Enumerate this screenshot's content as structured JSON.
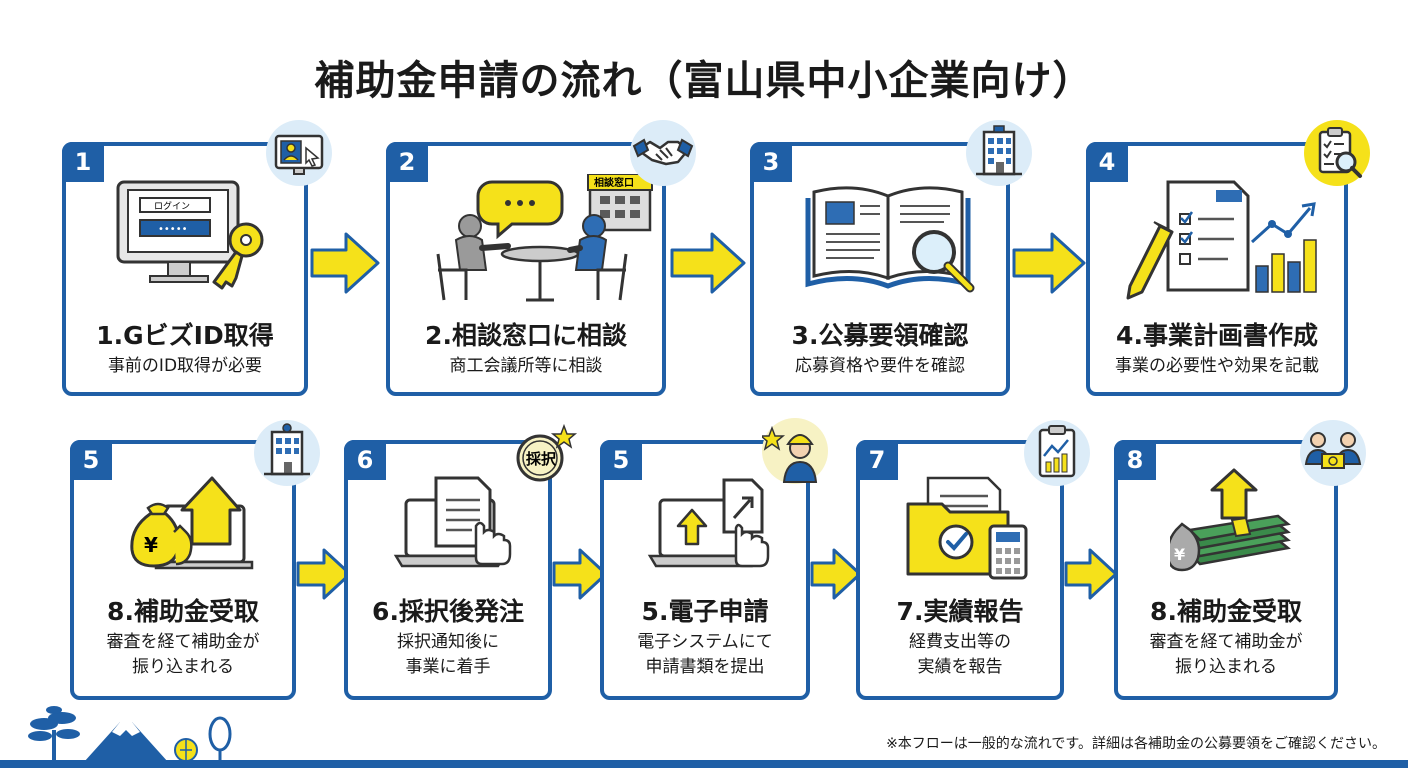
{
  "title": "補助金申請の流れ（富山県中小企業向け）",
  "steps": [
    {
      "num": "1",
      "title": "1.GビズID取得",
      "desc": [
        "事前のID取得が必要"
      ],
      "login_label": "ログイン",
      "login_pw": "•••••",
      "badge": "computer-user-icon",
      "illus": "login-monitor-key"
    },
    {
      "num": "2",
      "title": "2.相談窓口に相談",
      "desc": [
        "商工会議所等に相談"
      ],
      "sign": "相談窓口",
      "badge": "handshake-icon",
      "illus": "consultation-meeting"
    },
    {
      "num": "3",
      "title": "3.公募要領確認",
      "desc": [
        "応募資格や要件を確認"
      ],
      "badge": "office-building-icon",
      "illus": "book-magnifier"
    },
    {
      "num": "4",
      "title": "4.事業計画書作成",
      "desc": [
        "事業の必要性や効果を記載"
      ],
      "badge": "clipboard-search-icon",
      "illus": "plan-document-chart"
    },
    {
      "num": "5",
      "title": "8.補助金受取",
      "desc": [
        "審査を経て補助金が",
        "振り込まれる"
      ],
      "badge": "office-building-icon",
      "illus": "money-bags-laptop"
    },
    {
      "num": "6",
      "title": "6.採択後発注",
      "desc": [
        "採択通知後に",
        "事業に着手"
      ],
      "stamp": "採択",
      "badge": "adoption-stamp-icon",
      "illus": "laptop-document-hand"
    },
    {
      "num": "5",
      "title": "5.電子申請",
      "desc": [
        "電子システムにて",
        "申請書類を提出"
      ],
      "badge": "worker-icon",
      "illus": "laptop-upload"
    },
    {
      "num": "7",
      "title": "7.実績報告",
      "desc": [
        "経費支出等の",
        "実績を報告"
      ],
      "badge": "clipboard-chart-icon",
      "illus": "folder-calculator"
    },
    {
      "num": "8",
      "title": "8.補助金受取",
      "desc": [
        "審査を経て補助金が",
        "振り込まれる"
      ],
      "badge": "people-money-icon",
      "illus": "money-stack-arrow"
    }
  ],
  "footnote": "※本フローは一般的な流れです。詳細は各補助金の公募要領をご確認ください。",
  "colors": {
    "primary": "#1f5fa6",
    "accent": "#f5e11a",
    "light_blue": "#dcecf8",
    "text": "#1a1a1a"
  }
}
